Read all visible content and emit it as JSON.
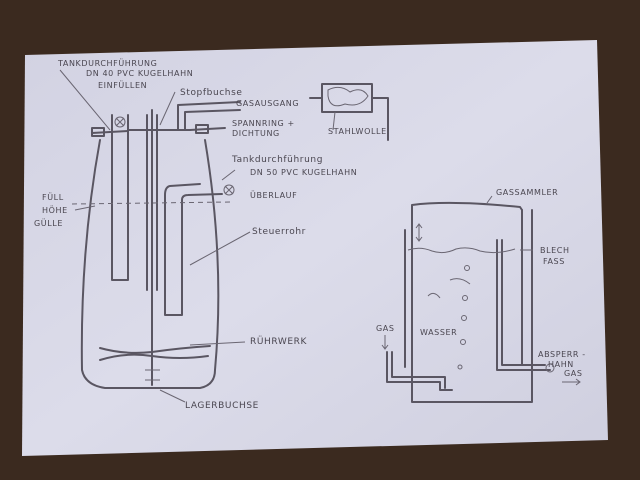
{
  "fermenter": {
    "labels": {
      "tank_feedthrough_1": "TANKDURCHFÜHRUNG",
      "valve_dn40": "DN 40 PVC KUGELHAHN",
      "fill_in": "EINFÜLLEN",
      "stuffing_box": "Stopfbuchse",
      "gas_outlet": "GASAUSGANG",
      "clamp_ring_line1": "SPANNRING +",
      "clamp_ring_line2": "DICHTUNG",
      "steel_wool": "STAHLWOLLE",
      "tank_feedthrough_2": "Tankdurchführung",
      "valve_dn50": "DN 50 PVC KUGELHAHN",
      "overflow": "ÜBERLAUF",
      "fill_level_line1": "FÜLL",
      "fill_level_line2": "HÖHE",
      "fill_level_line3": "GÜLLE",
      "control_pipe": "Steuerrohr",
      "agitator": "RÜHRWERK",
      "bearing_bush": "LAGERBUCHSE"
    }
  },
  "gas_holder": {
    "labels": {
      "gas_collector": "GASSAMMLER",
      "sheet_barrel_line1": "BLECH",
      "sheet_barrel_line2": "FASS",
      "water": "WASSER",
      "gas_in": "GAS",
      "shutoff_valve_line1": "ABSPERR -",
      "shutoff_valve_line2": "HAHN",
      "gas_out": "GAS"
    }
  },
  "colors": {
    "background": "#3b2a1f",
    "paper": "#d6d6e4",
    "pencil": "#5a5662"
  }
}
